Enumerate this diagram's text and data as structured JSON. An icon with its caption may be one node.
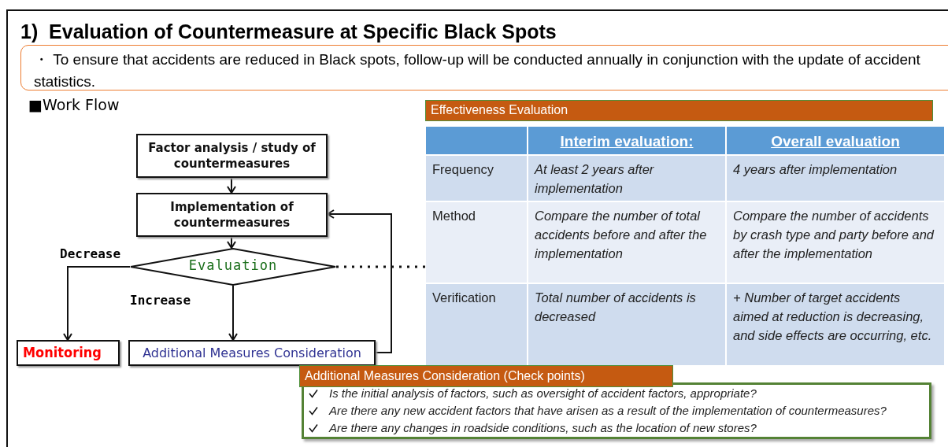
{
  "diagram": {
    "title": "1)  Evaluation of Countermeasure at Specific Black Spots",
    "nodes": [
      {
        "text": [
          "・ To ensure that accidents are reduced in Black spots, follow-up will be conducted annually in conjunction with the update of accident statistics."
        ]
      },
      {
        "text": [
          "Factor analysis / study of countermeasures"
        ]
      },
      {
        "text": [
          "Implementation of countermeasures"
        ]
      },
      {
        "text": [
          "Evaluation"
        ]
      },
      {
        "text": [
          "Monitoring"
        ]
      },
      {
        "text": [
          "Additional Measures Consideration"
        ]
      },
      {
        "text": [
          "Effectiveness Evaluation"
        ]
      },
      {
        "text": [
          "Additional Measures Consideration (Check points)",
          "Is the initial analysis of factors, such as oversight of accident factors, appropriate?",
          "Are there any new accident factors that have arisen as a result of the implementation of countermeasures?",
          "Are there any changes in roadside conditions, such as the location of new stores?"
        ]
      }
    ],
    "edges": [
      {
        "from": 1,
        "to": 2,
        "arrow": "to"
      },
      {
        "from": 2,
        "to": 3,
        "arrow": "to"
      },
      {
        "from": 3,
        "to": 4,
        "arrow": "to",
        "label": "Decrease"
      },
      {
        "from": 3,
        "to": 5,
        "arrow": "to",
        "label": "Increase"
      },
      {
        "from": 5,
        "to": 2,
        "arrow": "to"
      },
      {
        "from": 3,
        "to": 6,
        "arrow": "none",
        "style": "dashed"
      }
    ],
    "labels": [
      "■Work Flow",
      "Interim evaluation:",
      "Overall evaluation",
      "Frequency",
      "At least 2 years after implementation",
      "4 years after implementation",
      "Method",
      "Compare the number of total accidents before and after the implementation",
      "Compare the number of accidents by crash type and party before and after the implementation",
      "Verification",
      "Total number of accidents is decreased",
      "+ Number of target accidents aimed at reduction is decreasing, and side effects are occurring, etc."
    ]
  }
}
